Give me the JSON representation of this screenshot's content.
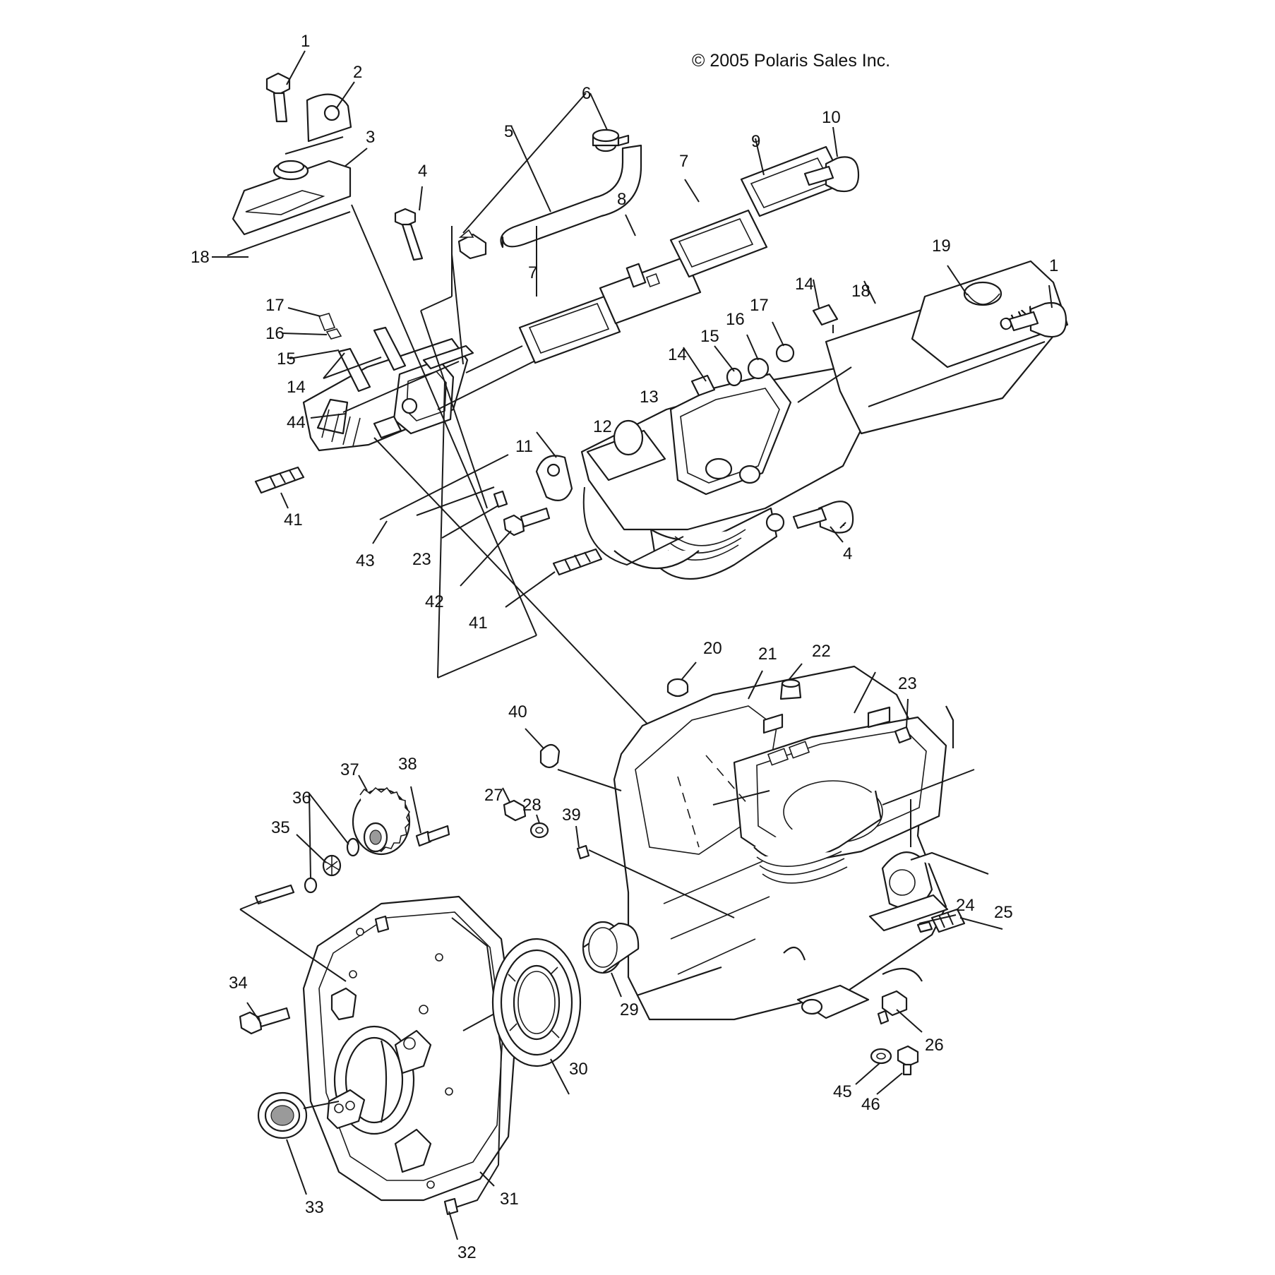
{
  "copyright": "© 2005 Polaris Sales Inc.",
  "callouts": [
    {
      "id": "c1a",
      "text": "1"
    },
    {
      "id": "c2",
      "text": "2"
    },
    {
      "id": "c3",
      "text": "3"
    },
    {
      "id": "c4a",
      "text": "4"
    },
    {
      "id": "c5",
      "text": "5"
    },
    {
      "id": "c6",
      "text": "6"
    },
    {
      "id": "c7a",
      "text": "7"
    },
    {
      "id": "c7b",
      "text": "7"
    },
    {
      "id": "c8",
      "text": "8"
    },
    {
      "id": "c9",
      "text": "9"
    },
    {
      "id": "c10",
      "text": "10"
    },
    {
      "id": "c18a",
      "text": "18"
    },
    {
      "id": "c17a",
      "text": "17"
    },
    {
      "id": "c16a",
      "text": "16"
    },
    {
      "id": "c15a",
      "text": "15"
    },
    {
      "id": "c14a",
      "text": "14"
    },
    {
      "id": "c44",
      "text": "44"
    },
    {
      "id": "c41a",
      "text": "41"
    },
    {
      "id": "c43",
      "text": "43"
    },
    {
      "id": "c23a",
      "text": "23"
    },
    {
      "id": "c42",
      "text": "42"
    },
    {
      "id": "c41b",
      "text": "41"
    },
    {
      "id": "c11",
      "text": "11"
    },
    {
      "id": "c12",
      "text": "12"
    },
    {
      "id": "c13",
      "text": "13"
    },
    {
      "id": "c14b",
      "text": "14"
    },
    {
      "id": "c15b",
      "text": "15"
    },
    {
      "id": "c16b",
      "text": "16"
    },
    {
      "id": "c17b",
      "text": "17"
    },
    {
      "id": "c14c",
      "text": "14"
    },
    {
      "id": "c18b",
      "text": "18"
    },
    {
      "id": "c19",
      "text": "19"
    },
    {
      "id": "c1b",
      "text": "1"
    },
    {
      "id": "c4b",
      "text": "4"
    },
    {
      "id": "c20",
      "text": "20"
    },
    {
      "id": "c21",
      "text": "21"
    },
    {
      "id": "c22",
      "text": "22"
    },
    {
      "id": "c23b",
      "text": "23"
    },
    {
      "id": "c40",
      "text": "40"
    },
    {
      "id": "c37",
      "text": "37"
    },
    {
      "id": "c38",
      "text": "38"
    },
    {
      "id": "c36",
      "text": "36"
    },
    {
      "id": "c35",
      "text": "35"
    },
    {
      "id": "c27",
      "text": "27"
    },
    {
      "id": "c28",
      "text": "28"
    },
    {
      "id": "c39",
      "text": "39"
    },
    {
      "id": "c24",
      "text": "24"
    },
    {
      "id": "c25",
      "text": "25"
    },
    {
      "id": "c34",
      "text": "34"
    },
    {
      "id": "c29",
      "text": "29"
    },
    {
      "id": "c30",
      "text": "30"
    },
    {
      "id": "c26",
      "text": "26"
    },
    {
      "id": "c45",
      "text": "45"
    },
    {
      "id": "c46",
      "text": "46"
    },
    {
      "id": "c33",
      "text": "33"
    },
    {
      "id": "c31",
      "text": "31"
    },
    {
      "id": "c32",
      "text": "32"
    }
  ]
}
